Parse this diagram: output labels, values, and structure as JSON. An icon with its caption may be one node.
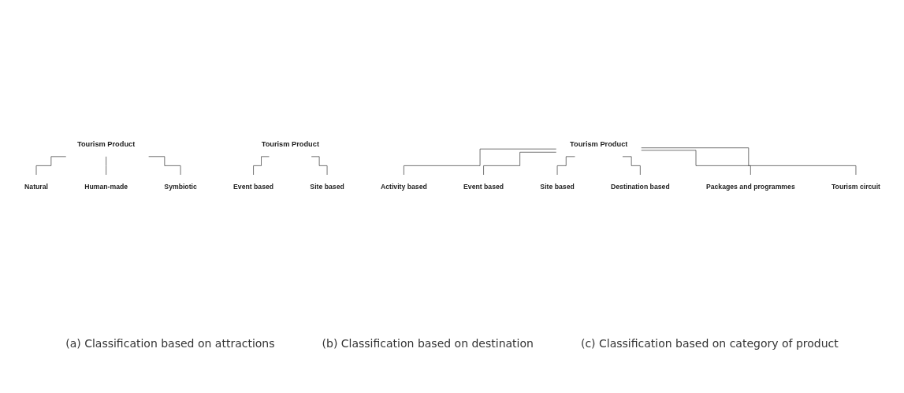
{
  "diagram": {
    "nodes": [
      {
        "text": [
          "Tourism Product"
        ]
      },
      {
        "text": [
          "Natural"
        ]
      },
      {
        "text": [
          "Human-made"
        ]
      },
      {
        "text": [
          "Symbiotic"
        ]
      },
      {
        "text": [
          "Tourism Product"
        ]
      },
      {
        "text": [
          "Event based"
        ]
      },
      {
        "text": [
          "Site based"
        ]
      },
      {
        "text": [
          "Tourism Product"
        ]
      },
      {
        "text": [
          "Activity based"
        ]
      },
      {
        "text": [
          "Event based"
        ]
      },
      {
        "text": [
          "Site based"
        ]
      },
      {
        "text": [
          "Destination based"
        ]
      },
      {
        "text": [
          "Packages and programmes"
        ]
      },
      {
        "text": [
          "Tourism circuit"
        ]
      }
    ],
    "edges": [
      {
        "from": 0,
        "to": 1,
        "arrow": "none"
      },
      {
        "from": 0,
        "to": 2,
        "arrow": "none"
      },
      {
        "from": 0,
        "to": 3,
        "arrow": "none"
      },
      {
        "from": 4,
        "to": 5,
        "arrow": "none"
      },
      {
        "from": 4,
        "to": 6,
        "arrow": "none"
      },
      {
        "from": 7,
        "to": 8,
        "arrow": "none"
      },
      {
        "from": 7,
        "to": 9,
        "arrow": "none"
      },
      {
        "from": 7,
        "to": 10,
        "arrow": "none"
      },
      {
        "from": 7,
        "to": 11,
        "arrow": "none"
      },
      {
        "from": 7,
        "to": 12,
        "arrow": "none"
      },
      {
        "from": 7,
        "to": 13,
        "arrow": "none"
      }
    ],
    "labels": [
      "(a) Classification based on attractions",
      "(b) Classification based on destination",
      "(c) Classification based on category of product"
    ]
  }
}
